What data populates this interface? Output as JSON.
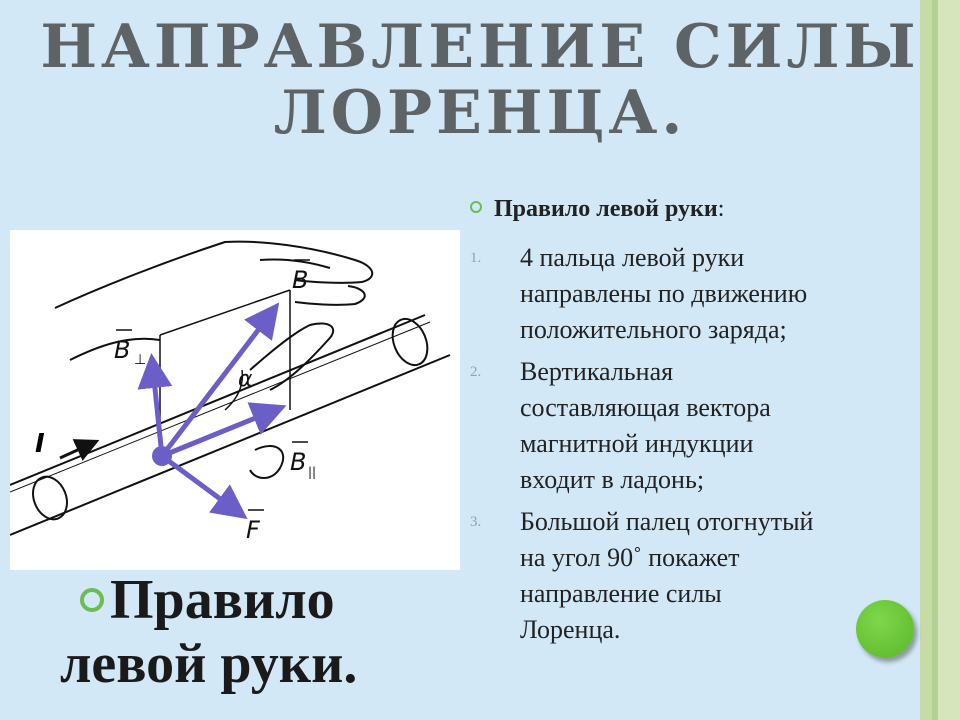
{
  "slide": {
    "title_line1": "НАПРАВЛЕНИЕ СИЛЫ",
    "title_line2": "ЛОРЕНЦА.",
    "rule_heading": "Правило левой руки",
    "rule_heading_colon": ":",
    "rules": [
      {
        "num": "1.",
        "text": "4 пальца левой руки\nнаправлены по движению\nположительного заряда;"
      },
      {
        "num": "2.",
        "text": "Вертикальная\nсоставляющая вектора\nмагнитной индукции\nвходит в ладонь;"
      },
      {
        "num": "3.",
        "text": "Большой палец отогнутый\nна угол 90˚ покажет\nнаправление силы\nЛоренца."
      }
    ],
    "caption_line1": "Правило",
    "caption_line2": "левой руки."
  },
  "figure": {
    "labels": {
      "current": "I",
      "B": "B",
      "B_perp": "B",
      "perp_sub": "⊥",
      "B_par": "B",
      "par_sub": "||",
      "F": "F",
      "alpha": "α"
    }
  },
  "colors": {
    "accent_green": "#6dbb52",
    "vector_purple": "#6b5fc7",
    "title_gray": "#5e6366",
    "background": "#d3e8f6"
  }
}
